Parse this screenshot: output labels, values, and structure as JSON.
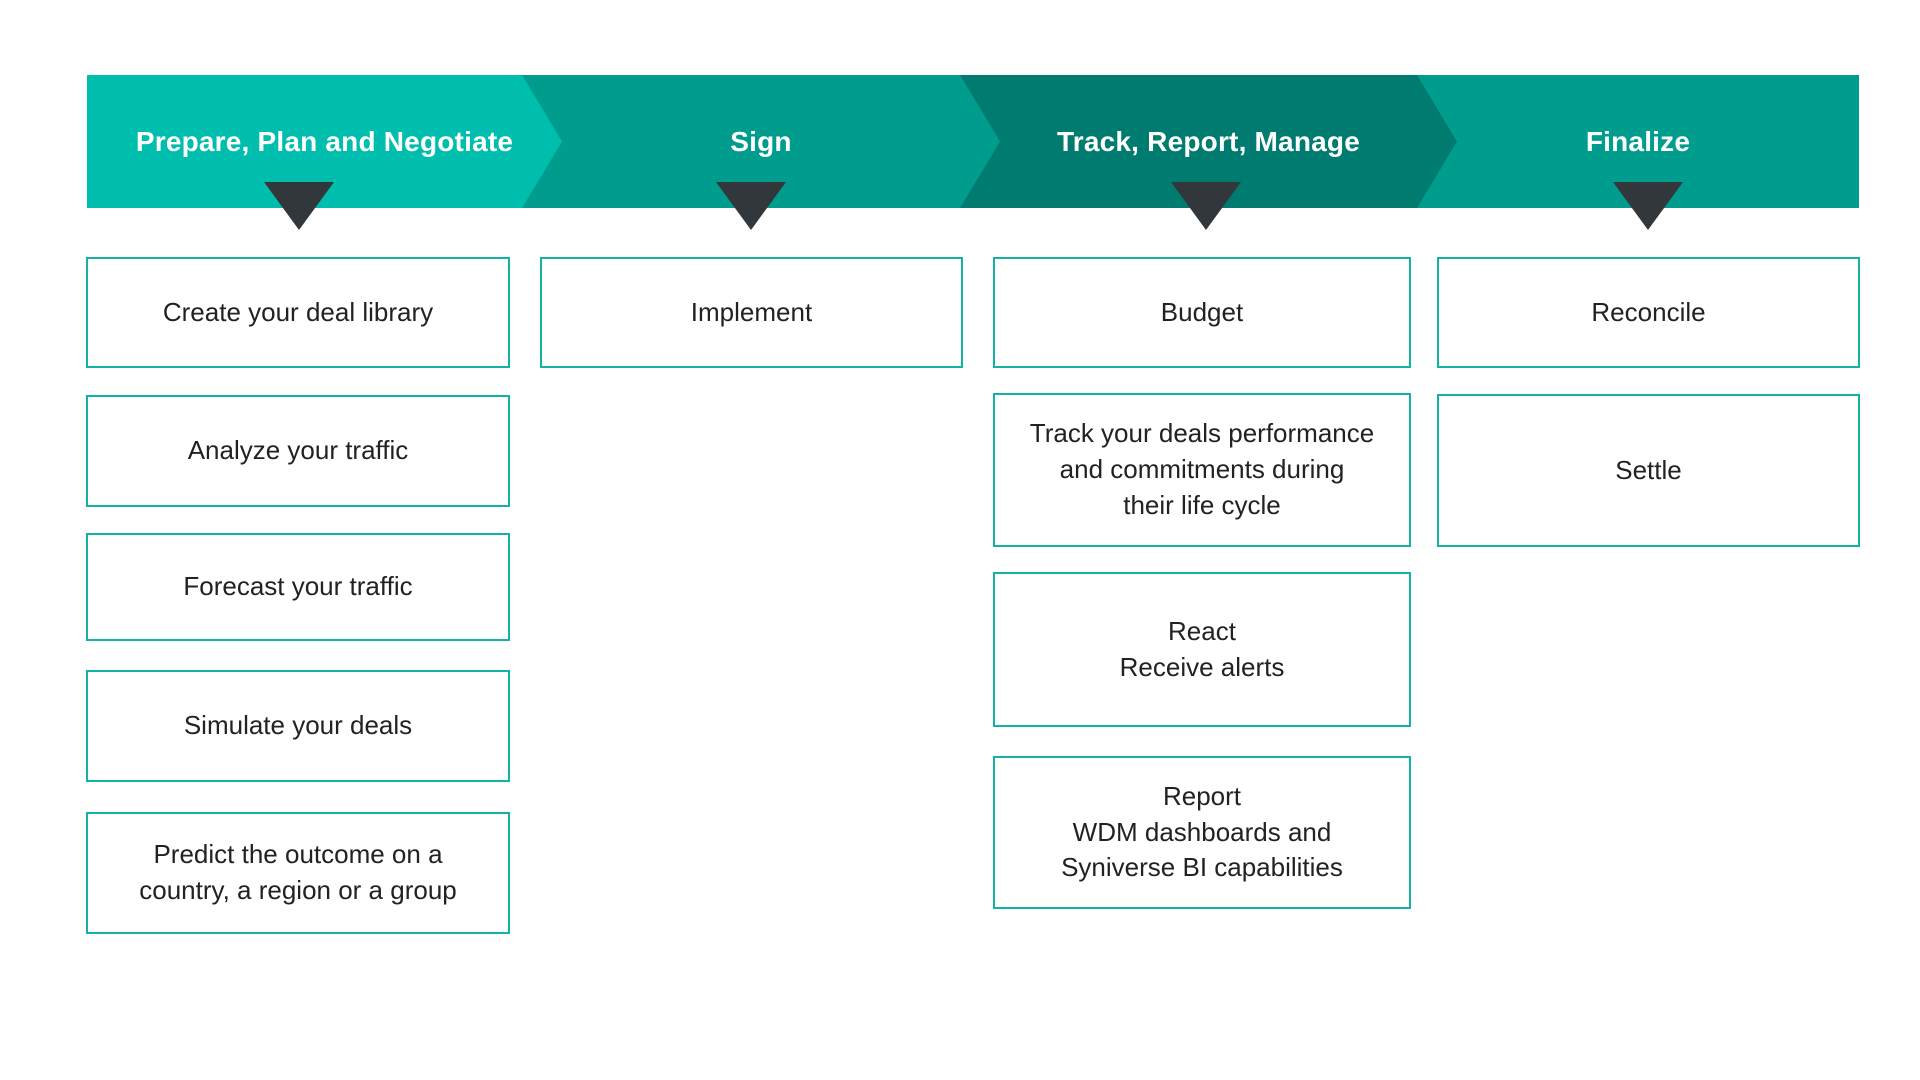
{
  "colors": {
    "stage1_fill": "#00bead",
    "stage2_fill": "#009c8e",
    "stage3_fill": "#007b6f",
    "stage4_fill": "#009c8e",
    "triangle_marker": "#31373b",
    "box_border": "#14b1a6",
    "box_text": "#222222",
    "stage_label_text": "#ffffff",
    "background": "#ffffff"
  },
  "stages": [
    {
      "label": "Prepare, Plan and Negotiate",
      "color": "#00bead",
      "items": [
        {
          "lines": [
            "Create your deal library"
          ]
        },
        {
          "lines": [
            "Analyze your traffic"
          ]
        },
        {
          "lines": [
            "Forecast your traffic"
          ]
        },
        {
          "lines": [
            "Simulate your deals"
          ]
        },
        {
          "lines": [
            "Predict the outcome on a",
            "country, a region or a group"
          ]
        }
      ]
    },
    {
      "label": "Sign",
      "color": "#009c8e",
      "items": [
        {
          "lines": [
            "Implement"
          ]
        }
      ]
    },
    {
      "label": "Track, Report, Manage",
      "color": "#007b6f",
      "items": [
        {
          "lines": [
            "Budget"
          ]
        },
        {
          "lines": [
            "Track your deals performance",
            "and commitments during",
            "their life cycle"
          ]
        },
        {
          "lines": [
            "React",
            "Receive alerts"
          ]
        },
        {
          "lines": [
            "Report",
            "WDM dashboards and",
            "Syniverse BI capabilities"
          ]
        }
      ]
    },
    {
      "label": "Finalize",
      "color": "#009c8e",
      "items": [
        {
          "lines": [
            "Reconcile"
          ]
        },
        {
          "lines": [
            "Settle"
          ]
        }
      ]
    }
  ]
}
